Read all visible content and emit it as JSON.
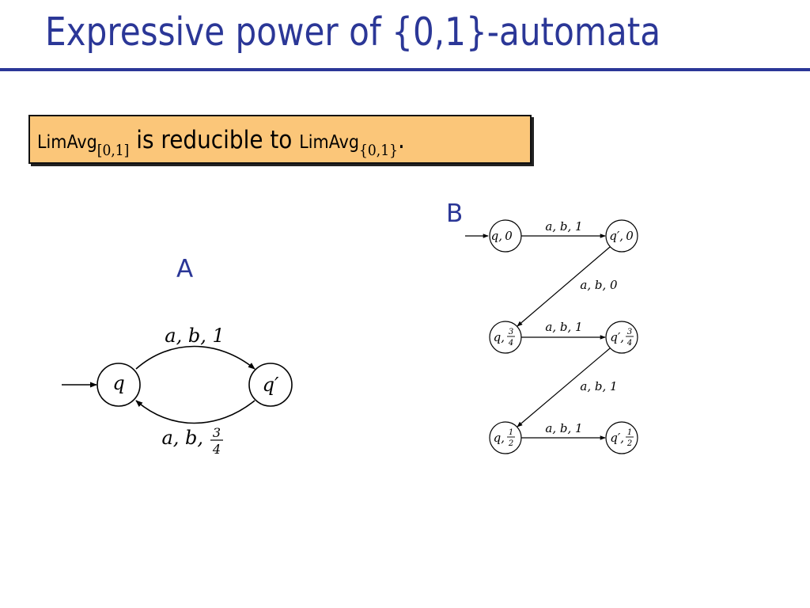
{
  "title": "Expressive power of {0,1}-automata",
  "theorem": {
    "lhs_fn": "LimAvg",
    "lhs_sub": "[0,1]",
    "middle": " is reducible to ",
    "rhs_fn": "LimAvg",
    "rhs_sub": "{0,1}",
    "end": "."
  },
  "automaton_a": {
    "label": "A",
    "states": [
      "q",
      "q′"
    ],
    "edges": [
      {
        "from": "q",
        "to": "q′",
        "label": "a, b, 1"
      },
      {
        "from": "q′",
        "to": "q",
        "label_prefix": "a, b,",
        "frac_num": "3",
        "frac_den": "4"
      }
    ]
  },
  "automaton_b": {
    "label": "B",
    "states": [
      {
        "id": "q0",
        "name": "q,",
        "value": "0"
      },
      {
        "id": "qp0",
        "name": "q′,",
        "value": "0"
      },
      {
        "id": "q34",
        "name": "q,",
        "frac_num": "3",
        "frac_den": "4"
      },
      {
        "id": "qp34",
        "name": "q′,",
        "frac_num": "3",
        "frac_den": "4"
      },
      {
        "id": "q12",
        "name": "q,",
        "frac_num": "1",
        "frac_den": "2"
      },
      {
        "id": "qp12",
        "name": "q′,",
        "frac_num": "1",
        "frac_den": "2"
      }
    ],
    "edges": [
      {
        "from": "q0",
        "to": "qp0",
        "label": "a, b, 1"
      },
      {
        "from": "qp0",
        "to": "q34",
        "label": "a, b, 0"
      },
      {
        "from": "q34",
        "to": "qp34",
        "label": "a, b, 1"
      },
      {
        "from": "qp34",
        "to": "q12",
        "label": "a, b, 1"
      },
      {
        "from": "q12",
        "to": "qp12",
        "label": "a, b, 1"
      }
    ]
  }
}
